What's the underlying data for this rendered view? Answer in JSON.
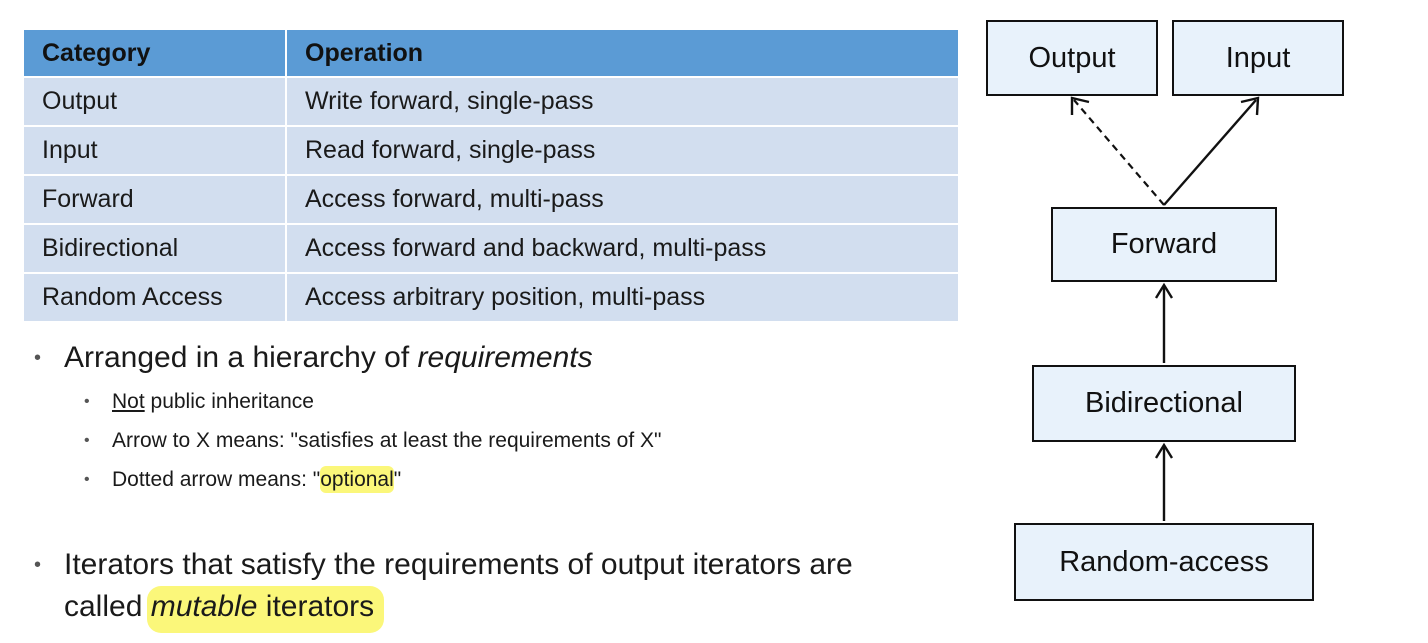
{
  "table": {
    "headers": [
      "Category",
      "Operation"
    ],
    "rows": [
      [
        "Output",
        "Write forward, single-pass"
      ],
      [
        "Input",
        "Read forward, single-pass"
      ],
      [
        "Forward",
        "Access forward, multi-pass"
      ],
      [
        "Bidirectional",
        "Access forward and backward, multi-pass"
      ],
      [
        "Random Access",
        "Access arbitrary position, multi-pass"
      ]
    ]
  },
  "bullets": {
    "hierarchy": {
      "prefix": "Arranged in a hierarchy of ",
      "emph": "requirements"
    },
    "sub1": {
      "underlined": "Not",
      "rest": " public inheritance"
    },
    "sub2": "Arrow to X means: \"satisfies at least the requirements of X\"",
    "sub3": {
      "prefix": "Dotted arrow means: \"",
      "highlighted": "optional",
      "suffix": "\""
    },
    "mutable": {
      "line1": "Iterators that satisfy the requirements of output iterators are",
      "line2_prefix": "called ",
      "emph": "mutable",
      "line2_suffix": " iterators"
    }
  },
  "diagram": {
    "nodes": {
      "output": "Output",
      "input": "Input",
      "forward": "Forward",
      "bidirectional": "Bidirectional",
      "random_access": "Random-access"
    }
  },
  "colors": {
    "header": "#5b9bd5",
    "row": "#d2deef",
    "node_fill": "#e8f2fb",
    "highlight": "#fbf77a"
  }
}
